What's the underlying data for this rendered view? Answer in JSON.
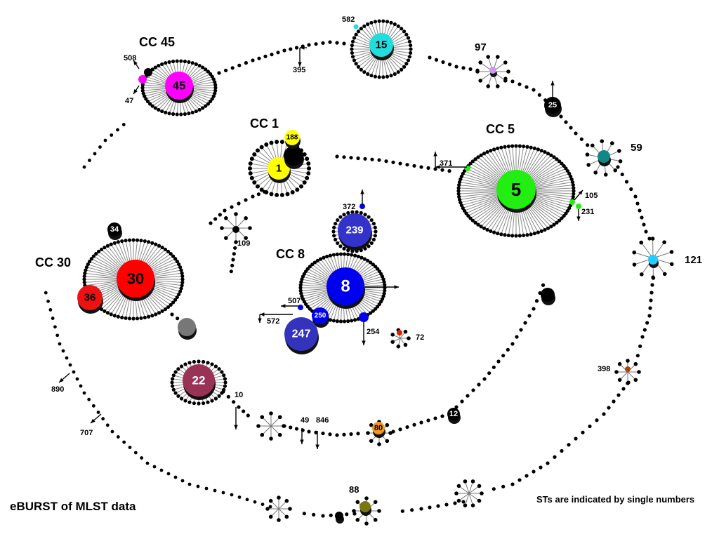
{
  "figure": {
    "caption_left": "eBURST of MLST data",
    "caption_right": "STs are indicated by single numbers"
  },
  "clonal_complexes": [
    {
      "label": "CC 45",
      "founder_st": "45",
      "color": "#ff00ff"
    },
    {
      "label": "CC 1",
      "founder_st": "1",
      "color": "#ffff00"
    },
    {
      "label": "CC 5",
      "founder_st": "5",
      "color": "#22ee11"
    },
    {
      "label": "CC 8",
      "founder_st": "8",
      "color": "#0000ee"
    },
    {
      "label": "CC 30",
      "founder_st": "30",
      "color": "#ff0000"
    }
  ],
  "node_labels": {
    "st15": "15",
    "st25": "25",
    "st59": "59",
    "st97": "97",
    "st121": "121",
    "st188": "188",
    "st239": "239",
    "st247": "247",
    "st250": "250",
    "st36": "36",
    "st34": "34",
    "st22": "22",
    "st80": "80",
    "st88": "88",
    "st12": "12",
    "st109": "109"
  },
  "st_labels": {
    "st582": "582",
    "st395": "395",
    "st508": "508",
    "st47": "47",
    "st371": "371",
    "st105": "105",
    "st231": "231",
    "st372": "372",
    "st507": "507",
    "st572": "572",
    "st254": "254",
    "st72": "72",
    "st398": "398",
    "st890": "890",
    "st707": "707",
    "st10": "10",
    "st49": "49",
    "st846": "846"
  },
  "colors": {
    "st15": "#22dddd",
    "st59": "#118888",
    "st121": "#22ccff",
    "st97": "#cc99ee",
    "st188": "#ffff00",
    "st239": "#3333cc",
    "st247": "#3333bb",
    "st250": "#0000ee",
    "st36": "#ee1111",
    "st22": "#993355",
    "st80": "#ee9922",
    "st88": "#777711",
    "st398": "#aa4400",
    "st72": "#dd2200"
  }
}
